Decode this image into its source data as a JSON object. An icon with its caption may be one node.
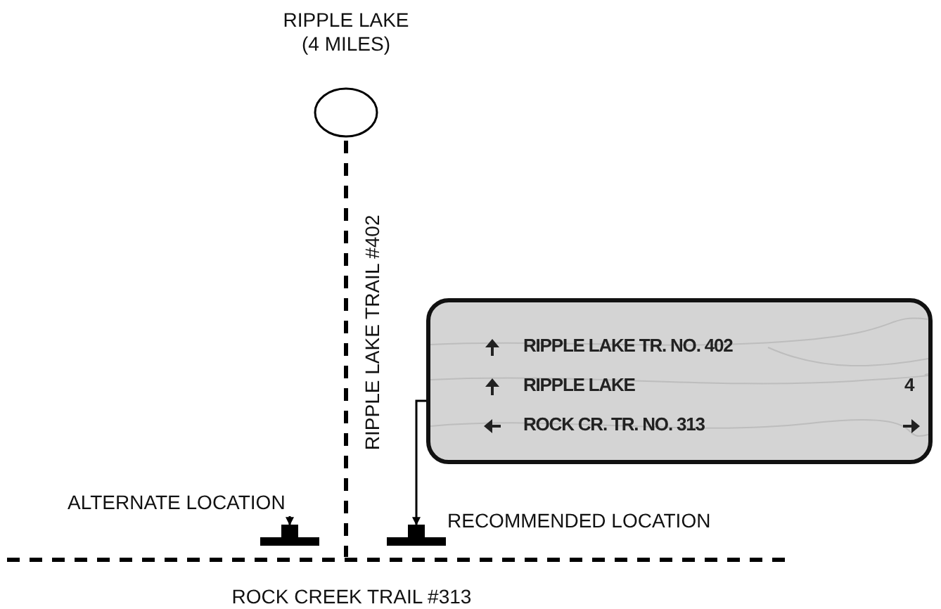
{
  "diagram": {
    "nodes": [
      {
        "text": [
          "RIPPLE LAKE (4 MILES)"
        ]
      },
      {
        "text": [
          "RIPPLE LAKE TR. NO. 402",
          "RIPPLE LAKE",
          "4",
          "ROCK CR. TR. NO. 313"
        ]
      },
      {
        "text": [
          "ALTERNATE LOCATION"
        ]
      },
      {
        "text": [],
        "shape": "bar"
      },
      {
        "text": [],
        "shape": "bar",
        "beside": [
          "RECOMMENDED LOCATION"
        ]
      }
    ],
    "edges": [
      {
        "from": 0,
        "to": null,
        "arrow": "none",
        "style": "dashed",
        "label": "RIPPLE LAKE TRAIL #402"
      },
      {
        "from": 2,
        "to": 3,
        "arrow": "to"
      },
      {
        "from": 1,
        "to": 4,
        "arrow": "to"
      }
    ],
    "labels": [
      "ROCK CREEK TRAIL #313"
    ]
  }
}
